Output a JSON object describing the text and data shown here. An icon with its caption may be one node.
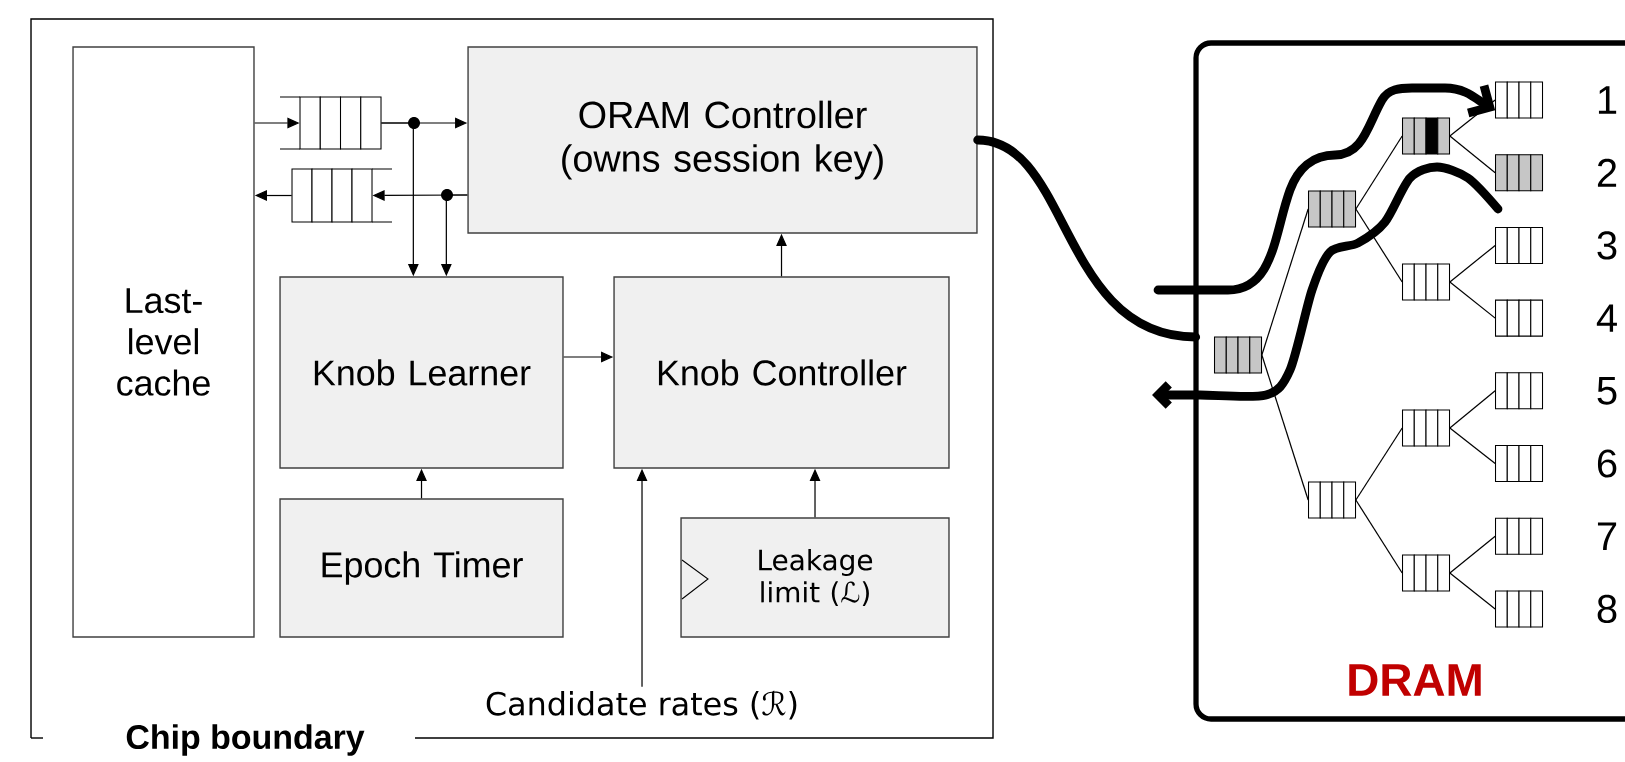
{
  "diagram": {
    "nodes": [
      {
        "text": [
          "Chip boundary"
        ]
      },
      {
        "text": [
          "Last-level cache"
        ],
        "in": 0
      },
      {
        "text": [],
        "shape": "queue",
        "in": 0
      },
      {
        "text": [],
        "shape": "queue",
        "in": 0
      },
      {
        "text": [
          "ORAM Controller (owns session key)"
        ],
        "in": 0
      },
      {
        "text": [
          "Knob Learner"
        ],
        "in": 0
      },
      {
        "text": [
          "Knob Controller"
        ],
        "in": 0
      },
      {
        "text": [
          "Epoch Timer"
        ],
        "in": 0
      },
      {
        "text": [
          "Leakage limit (ℒ)"
        ],
        "in": 0
      },
      {
        "text": [
          "Candidate rates (ℛ)"
        ],
        "in": 0
      },
      {
        "text": [
          "DRAM"
        ]
      },
      {
        "text": [],
        "shape": "box",
        "in": 10
      },
      {
        "text": [],
        "shape": "box",
        "in": 10
      },
      {
        "text": [],
        "shape": "box",
        "in": 10
      },
      {
        "text": [],
        "shape": "box",
        "in": 10
      },
      {
        "text": [],
        "shape": "box",
        "in": 10
      },
      {
        "text": [],
        "shape": "box",
        "in": 10
      },
      {
        "text": [],
        "shape": "box",
        "in": 10
      },
      {
        "text": [],
        "shape": "box",
        "in": 10,
        "beside": [
          "1"
        ]
      },
      {
        "text": [],
        "shape": "box",
        "in": 10,
        "beside": [
          "2"
        ]
      },
      {
        "text": [],
        "shape": "box",
        "in": 10,
        "beside": [
          "3"
        ]
      },
      {
        "text": [],
        "shape": "box",
        "in": 10,
        "beside": [
          "4"
        ]
      },
      {
        "text": [],
        "shape": "box",
        "in": 10,
        "beside": [
          "5"
        ]
      },
      {
        "text": [],
        "shape": "box",
        "in": 10,
        "beside": [
          "6"
        ]
      },
      {
        "text": [],
        "shape": "box",
        "in": 10,
        "beside": [
          "7"
        ]
      },
      {
        "text": [],
        "shape": "box",
        "in": 10,
        "beside": [
          "8"
        ]
      }
    ],
    "edges": [
      {
        "from": 1,
        "to": 2,
        "arrow": "to"
      },
      {
        "from": 2,
        "to": 4,
        "arrow": "to"
      },
      {
        "from": 2,
        "to": 5,
        "arrow": "to"
      },
      {
        "from": 4,
        "to": 3,
        "arrow": "to"
      },
      {
        "from": 4,
        "to": 5,
        "arrow": "to"
      },
      {
        "from": 3,
        "to": 1,
        "arrow": "to"
      },
      {
        "from": 5,
        "to": 6,
        "arrow": "to"
      },
      {
        "from": 6,
        "to": 4,
        "arrow": "to"
      },
      {
        "from": 7,
        "to": 5,
        "arrow": "to"
      },
      {
        "from": 8,
        "to": 6,
        "arrow": "to"
      },
      {
        "from": 9,
        "to": 6,
        "arrow": "to"
      },
      {
        "from": 4,
        "to": 10,
        "arrow": "none",
        "style": "thick"
      },
      {
        "from": null,
        "to": 18,
        "arrow": "to",
        "style": "thick"
      },
      {
        "from": 11,
        "to": 12,
        "arrow": "none"
      },
      {
        "from": 11,
        "to": 13,
        "arrow": "none"
      },
      {
        "from": 12,
        "to": 14,
        "arrow": "none"
      },
      {
        "from": 12,
        "to": 15,
        "arrow": "none"
      },
      {
        "from": 13,
        "to": 16,
        "arrow": "none"
      },
      {
        "from": 13,
        "to": 17,
        "arrow": "none"
      },
      {
        "from": 14,
        "to": 18,
        "arrow": "none"
      },
      {
        "from": 14,
        "to": 19,
        "arrow": "none"
      },
      {
        "from": 15,
        "to": 20,
        "arrow": "none"
      },
      {
        "from": 15,
        "to": 21,
        "arrow": "none"
      },
      {
        "from": 16,
        "to": 22,
        "arrow": "none"
      },
      {
        "from": 16,
        "to": 23,
        "arrow": "none"
      },
      {
        "from": 17,
        "to": 24,
        "arrow": "none"
      },
      {
        "from": 17,
        "to": 25,
        "arrow": "none"
      }
    ]
  }
}
